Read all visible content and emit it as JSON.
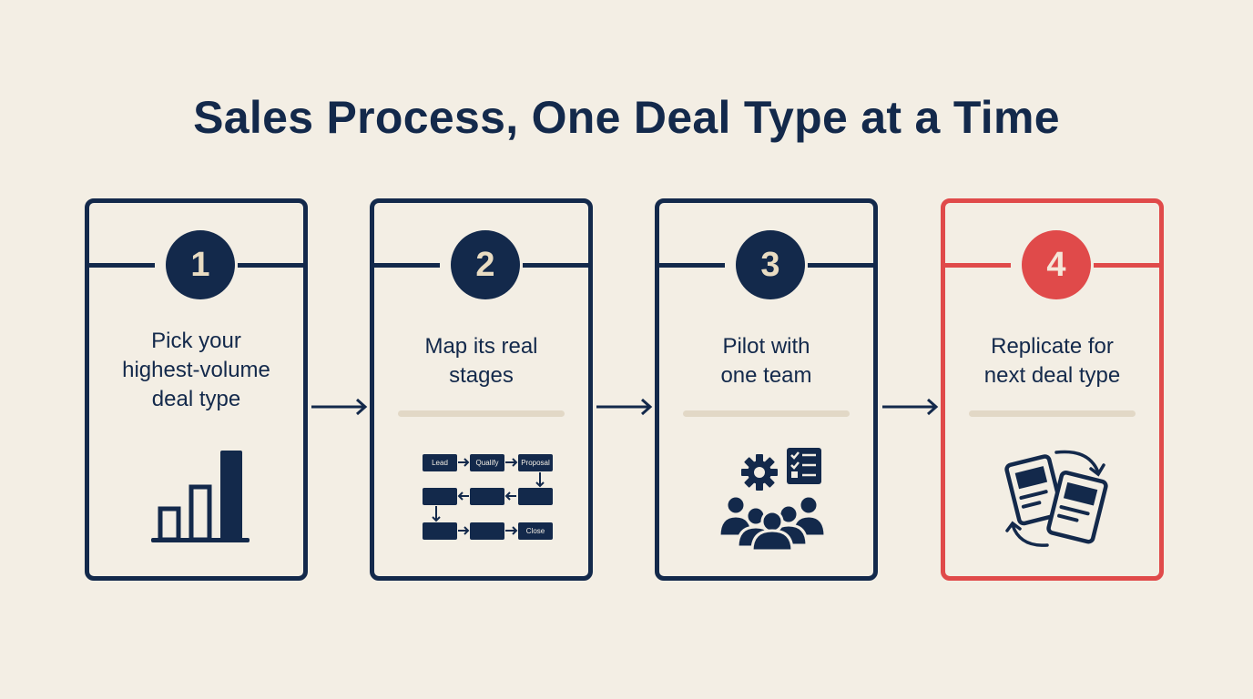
{
  "title": "Sales Process, One Deal Type at a Time",
  "colors": {
    "background": "#f3eee4",
    "primary": "#13294b",
    "accent": "#e04a4a",
    "separator": "#e2d8c6"
  },
  "steps": [
    {
      "number": "1",
      "label_lines": [
        "Pick your",
        "highest-volume",
        "deal type"
      ],
      "icon": "bar-chart-icon"
    },
    {
      "number": "2",
      "label_lines": [
        "Map its real",
        "stages"
      ],
      "icon": "process-flow-icon",
      "flow_labels": {
        "lead": "Lead",
        "qualify": "Qualify",
        "proposal": "Proposal",
        "close": "Close"
      }
    },
    {
      "number": "3",
      "label_lines": [
        "Pilot with",
        "one team"
      ],
      "icon": "team-gear-checklist-icon"
    },
    {
      "number": "4",
      "label_lines": [
        "Replicate for",
        "next deal type"
      ],
      "icon": "replicate-documents-icon",
      "highlighted": true
    }
  ]
}
